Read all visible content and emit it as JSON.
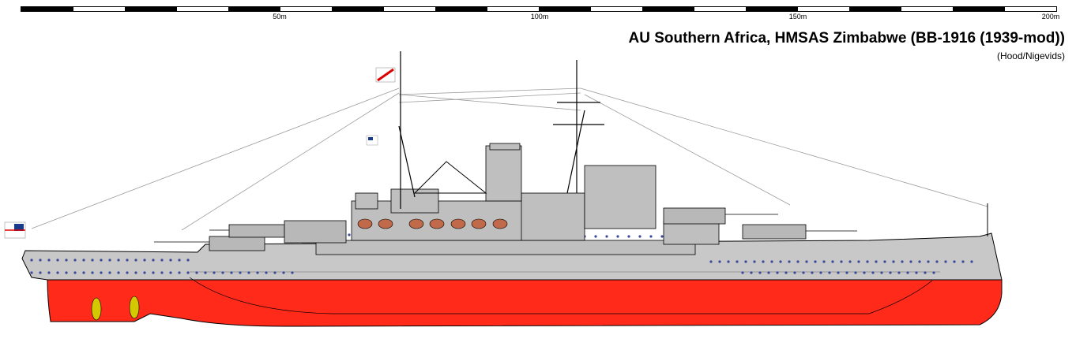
{
  "scale": {
    "labels": [
      "50m",
      "100m",
      "150m",
      "200m"
    ]
  },
  "title": "AU Southern Africa, HMSAS Zimbabwe (BB-1916 (1939-mod))",
  "subtitle": "(Hood/Nigevids)",
  "colors": {
    "hull_lower": "#ff2a1a",
    "hull_upper": "#c8c8c8",
    "superstructure": "#bfbfbf",
    "outline": "#000000",
    "portholes": "#3a4a9a",
    "propellers": "#d4c800",
    "boats": "#c06a4a"
  },
  "icons": [
    "ensign-flag-icon",
    "signal-flag-icon",
    "jack-flag-icon"
  ]
}
